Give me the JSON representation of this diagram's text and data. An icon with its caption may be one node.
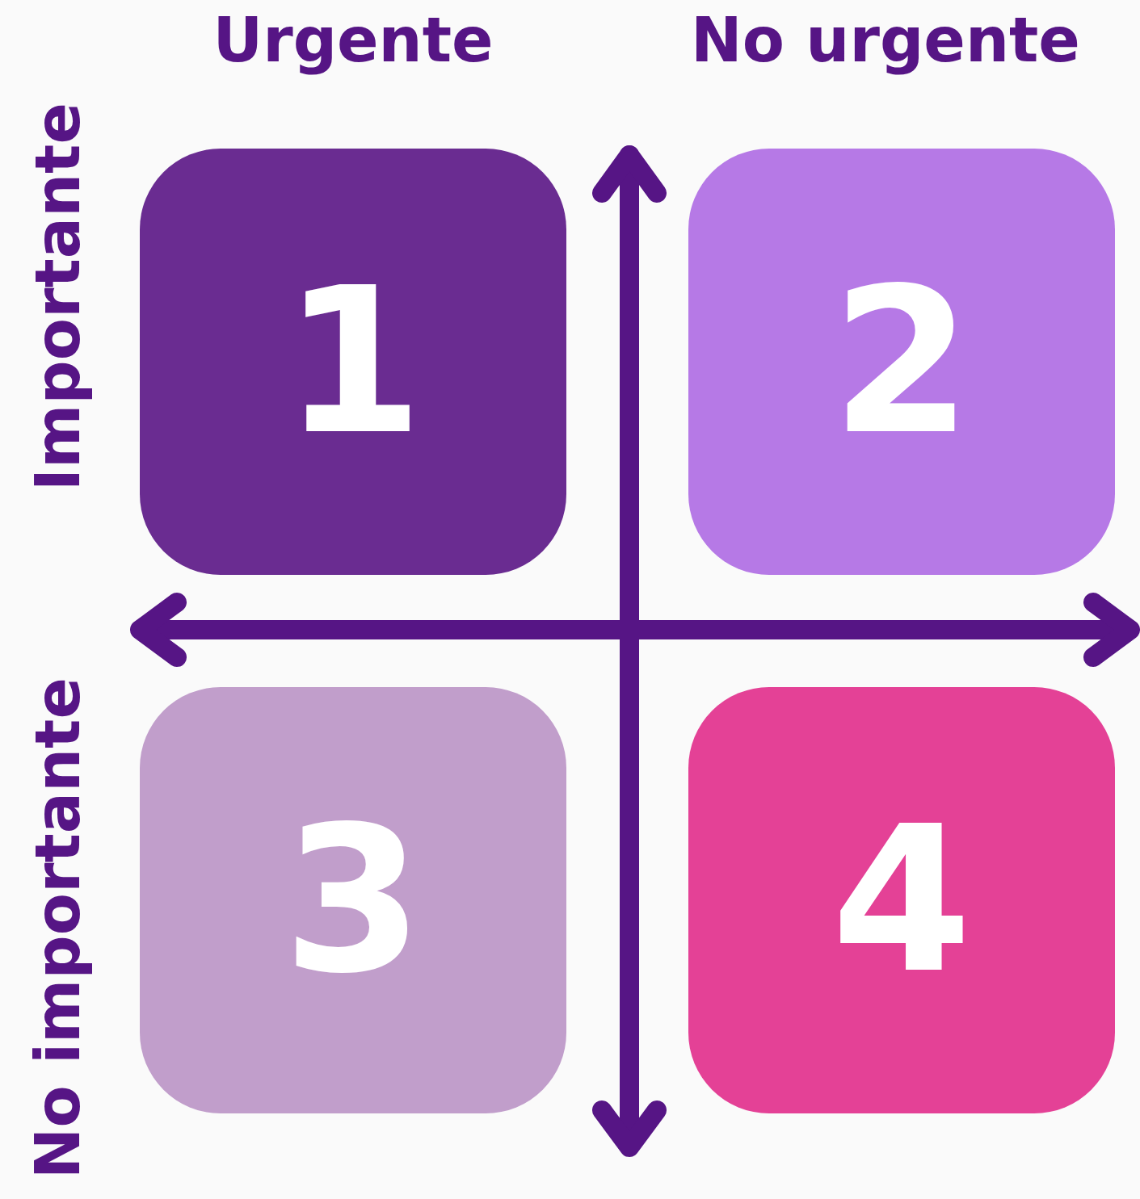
{
  "diagram": {
    "nodes": [
      {
        "text": [
          "1"
        ]
      },
      {
        "text": [
          "2"
        ]
      },
      {
        "text": [
          "3"
        ]
      },
      {
        "text": [
          "4"
        ]
      }
    ],
    "labels": [
      "Urgente",
      "No urgente",
      "Importante",
      "No importante"
    ]
  }
}
